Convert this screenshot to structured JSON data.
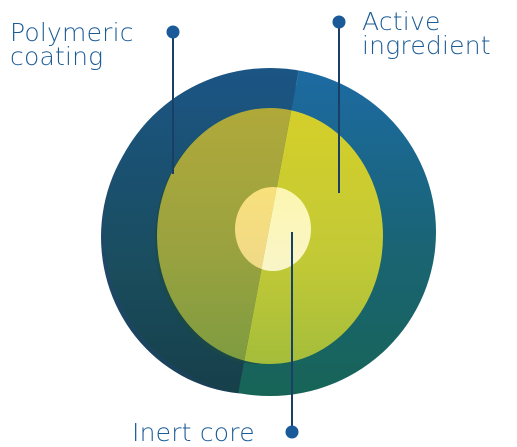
{
  "labels": {
    "polymeric_coating": [
      "Polymeric",
      "coating"
    ],
    "active_ingredient": [
      "Active",
      "ingredient"
    ],
    "inert_core": "Inert core"
  },
  "layers": [
    {
      "name": "Polymeric coating",
      "color_light": "#1f6aa0",
      "color_dark": "#176457"
    },
    {
      "name": "Active ingredient",
      "color_light": "#d3cd2b",
      "color_dark": "#a5bd3a"
    },
    {
      "name": "Inert core",
      "color_light": "#fdf7b8",
      "color_dark": "#f4d97a"
    }
  ],
  "colors": {
    "text": "#1c5c96",
    "pointer": "#1a3f66"
  }
}
